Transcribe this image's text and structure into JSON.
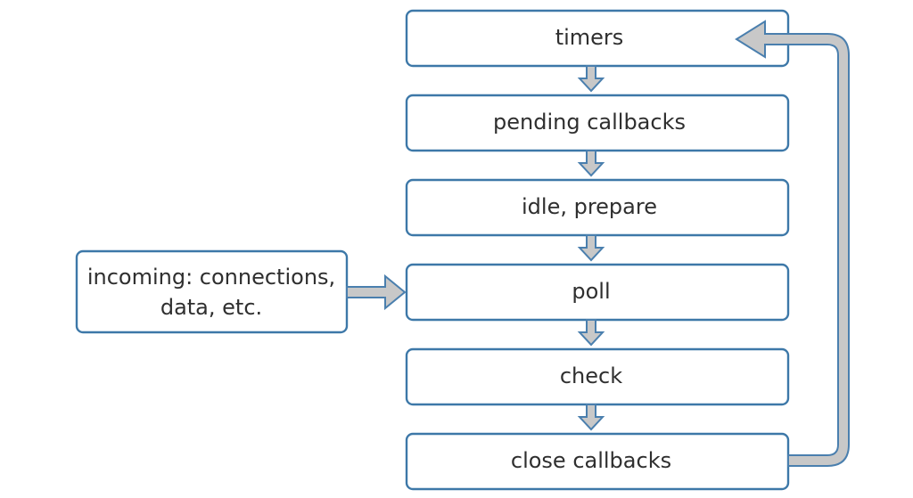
{
  "diagram": {
    "phases": [
      {
        "label": "timers"
      },
      {
        "label": "pending callbacks"
      },
      {
        "label": "idle, prepare"
      },
      {
        "label": "poll"
      },
      {
        "label": "check"
      },
      {
        "label": "close callbacks"
      }
    ],
    "incoming": {
      "line1": "incoming: connections,",
      "line2": "data, etc."
    },
    "colors": {
      "box_border": "#3d78a8",
      "arrow_fill": "#c8c8c8",
      "arrow_border": "#4a7fae",
      "text": "#2f2f2f"
    }
  }
}
